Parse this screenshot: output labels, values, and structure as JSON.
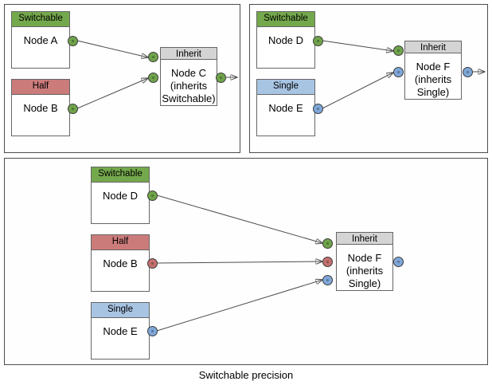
{
  "diagram": {
    "caption": "Switchable precision",
    "colors": {
      "switchable": "#74A84C",
      "half": "#CC7B7B",
      "single": "#A8C4E3",
      "inherit": "#D4D4D4",
      "dot_green": "#6FA34B",
      "dot_red": "#C2706E",
      "dot_blue": "#7EA7D8",
      "edge": "#4d4d4d",
      "panel_border": "#4d4d4d"
    },
    "panels": [
      {
        "id": "panel-top-left",
        "nodes": [
          {
            "id": "node-a",
            "stereotype": "Switchable",
            "name": "Node A"
          },
          {
            "id": "node-b",
            "stereotype": "Half",
            "name": "Node B"
          },
          {
            "id": "node-c",
            "stereotype": "Inherit",
            "name": "Node C\n(inherits\nSwitchable)"
          }
        ],
        "ports": [
          {
            "id": "port-a-out",
            "color": "green"
          },
          {
            "id": "port-b-out",
            "color": "green"
          },
          {
            "id": "port-c-in-top",
            "color": "green"
          },
          {
            "id": "port-c-in-bottom",
            "color": "green"
          },
          {
            "id": "port-c-out",
            "color": "green"
          }
        ],
        "edges": [
          {
            "from": "node-a",
            "to": "node-c"
          },
          {
            "from": "node-b",
            "to": "node-c"
          },
          {
            "from": "node-c",
            "to": "out"
          }
        ]
      },
      {
        "id": "panel-top-right",
        "nodes": [
          {
            "id": "node-d",
            "stereotype": "Switchable",
            "name": "Node D"
          },
          {
            "id": "node-e",
            "stereotype": "Single",
            "name": "Node E"
          },
          {
            "id": "node-f",
            "stereotype": "Inherit",
            "name": "Node F\n(inherits\nSingle)"
          }
        ],
        "ports": [
          {
            "id": "port-d-out",
            "color": "green"
          },
          {
            "id": "port-e-out",
            "color": "blue"
          },
          {
            "id": "port-f-in-top",
            "color": "green"
          },
          {
            "id": "port-f-in-bottom",
            "color": "blue"
          },
          {
            "id": "port-f-out",
            "color": "blue"
          }
        ],
        "edges": [
          {
            "from": "node-d",
            "to": "node-f"
          },
          {
            "from": "node-e",
            "to": "node-f"
          },
          {
            "from": "node-f",
            "to": "out"
          }
        ]
      },
      {
        "id": "panel-bottom",
        "nodes": [
          {
            "id": "node-d2",
            "stereotype": "Switchable",
            "name": "Node D"
          },
          {
            "id": "node-b2",
            "stereotype": "Half",
            "name": "Node B"
          },
          {
            "id": "node-e2",
            "stereotype": "Single",
            "name": "Node E"
          },
          {
            "id": "node-f2",
            "stereotype": "Inherit",
            "name": "Node F\n(inherits\nSingle)"
          }
        ],
        "ports": [
          {
            "id": "port-d2-out",
            "color": "green"
          },
          {
            "id": "port-b2-out",
            "color": "red"
          },
          {
            "id": "port-e2-out",
            "color": "blue"
          },
          {
            "id": "port-f2-in-1",
            "color": "green"
          },
          {
            "id": "port-f2-in-2",
            "color": "red"
          },
          {
            "id": "port-f2-in-3",
            "color": "blue"
          },
          {
            "id": "port-f2-out",
            "color": "blue"
          }
        ],
        "edges": [
          {
            "from": "node-d2",
            "to": "node-f2"
          },
          {
            "from": "node-b2",
            "to": "node-f2"
          },
          {
            "from": "node-e2",
            "to": "node-f2"
          }
        ]
      }
    ]
  }
}
